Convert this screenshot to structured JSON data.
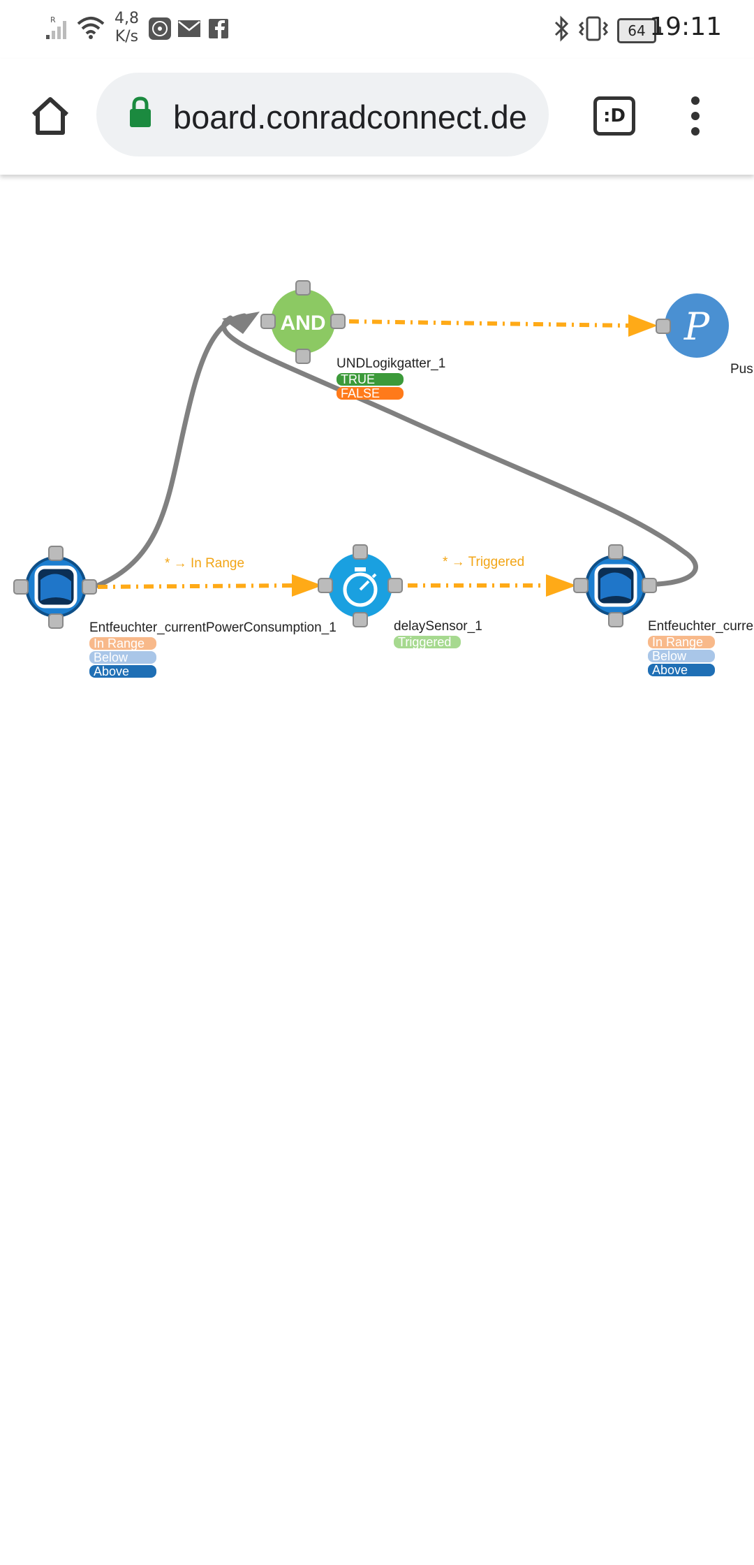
{
  "status_bar": {
    "net_speed_value": "4,8",
    "net_speed_unit": "K/s",
    "battery": "64",
    "time": "19:11",
    "icons": [
      "signal-icon",
      "wifi-icon",
      "sync-app-icon",
      "mail-icon",
      "facebook-icon",
      "bluetooth-icon",
      "vibrate-icon"
    ]
  },
  "browser": {
    "url": "board.conradconnect.de",
    "tab_switcher_label": ":D",
    "icons": [
      "home-icon",
      "lock-icon",
      "menu-icon"
    ]
  },
  "nodes": {
    "and_gate": {
      "label": "AND",
      "name": "UNDLogikgatter_1",
      "outputs": [
        "TRUE",
        "FALSE"
      ]
    },
    "push": {
      "symbol": "P",
      "name_partial": "Pus"
    },
    "sensor_1": {
      "name": "Entfeuchter_currentPowerConsumption_1",
      "outputs": [
        "In Range",
        "Below",
        "Above"
      ]
    },
    "delay": {
      "name": "delaySensor_1",
      "outputs": [
        "Triggered"
      ]
    },
    "sensor_2": {
      "name_partial": "Entfeuchter_curre",
      "outputs": [
        "In Range",
        "Below",
        "Above"
      ]
    }
  },
  "edges": {
    "sensor_to_delay": "* → In Range",
    "delay_to_sensor2": "* → Triggered"
  },
  "colors": {
    "and_green": "#8cc963",
    "push_blue": "#4a90d2",
    "delay_blue": "#1aa0e0",
    "edge_orange": "#ffaa17",
    "edge_gray": "#808080",
    "true_green": "#3c9a3a",
    "false_orange": "#ff7a1a",
    "in_range_light": "#f8b98a",
    "below_light": "#a9c6e8",
    "above_dark": "#1f6fb5",
    "triggered_light": "#a6d98f"
  }
}
